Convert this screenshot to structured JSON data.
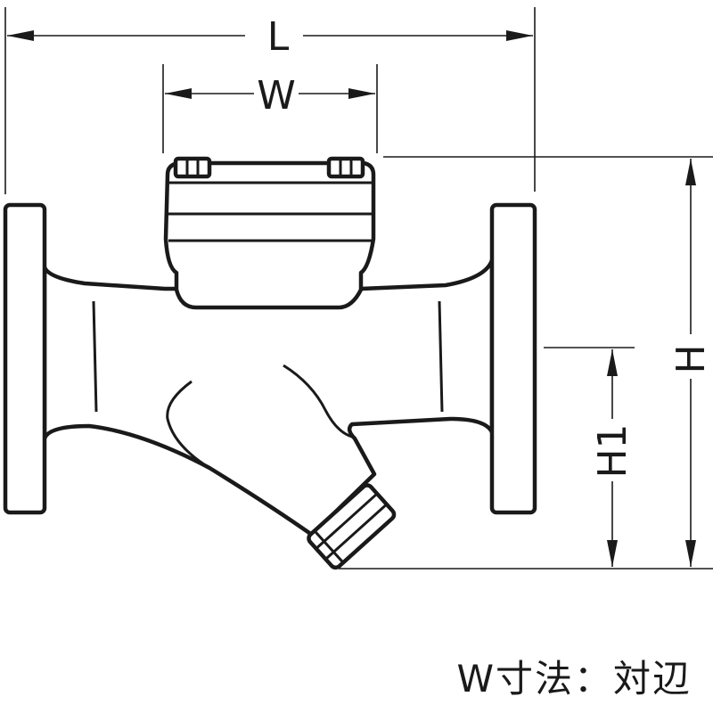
{
  "dimensions": {
    "length_label": "L",
    "width_label": "W",
    "height_label": "H",
    "height1_label": "H1"
  },
  "caption": "W寸法：対辺"
}
